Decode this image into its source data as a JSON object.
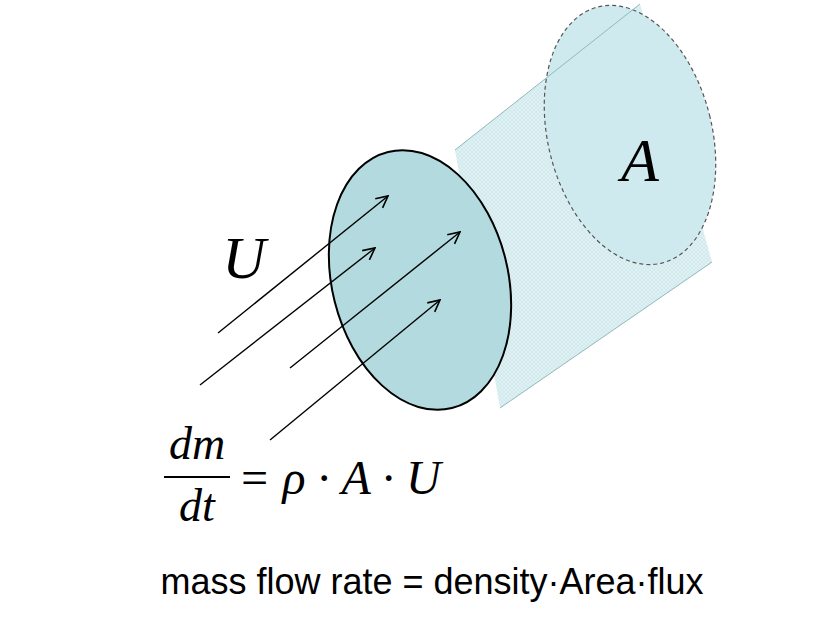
{
  "diagram": {
    "caption": "mass flow rate = density·Area·flux",
    "labels": [
      "A",
      "U",
      "dm",
      "dt",
      "= ρ · A · U"
    ]
  }
}
